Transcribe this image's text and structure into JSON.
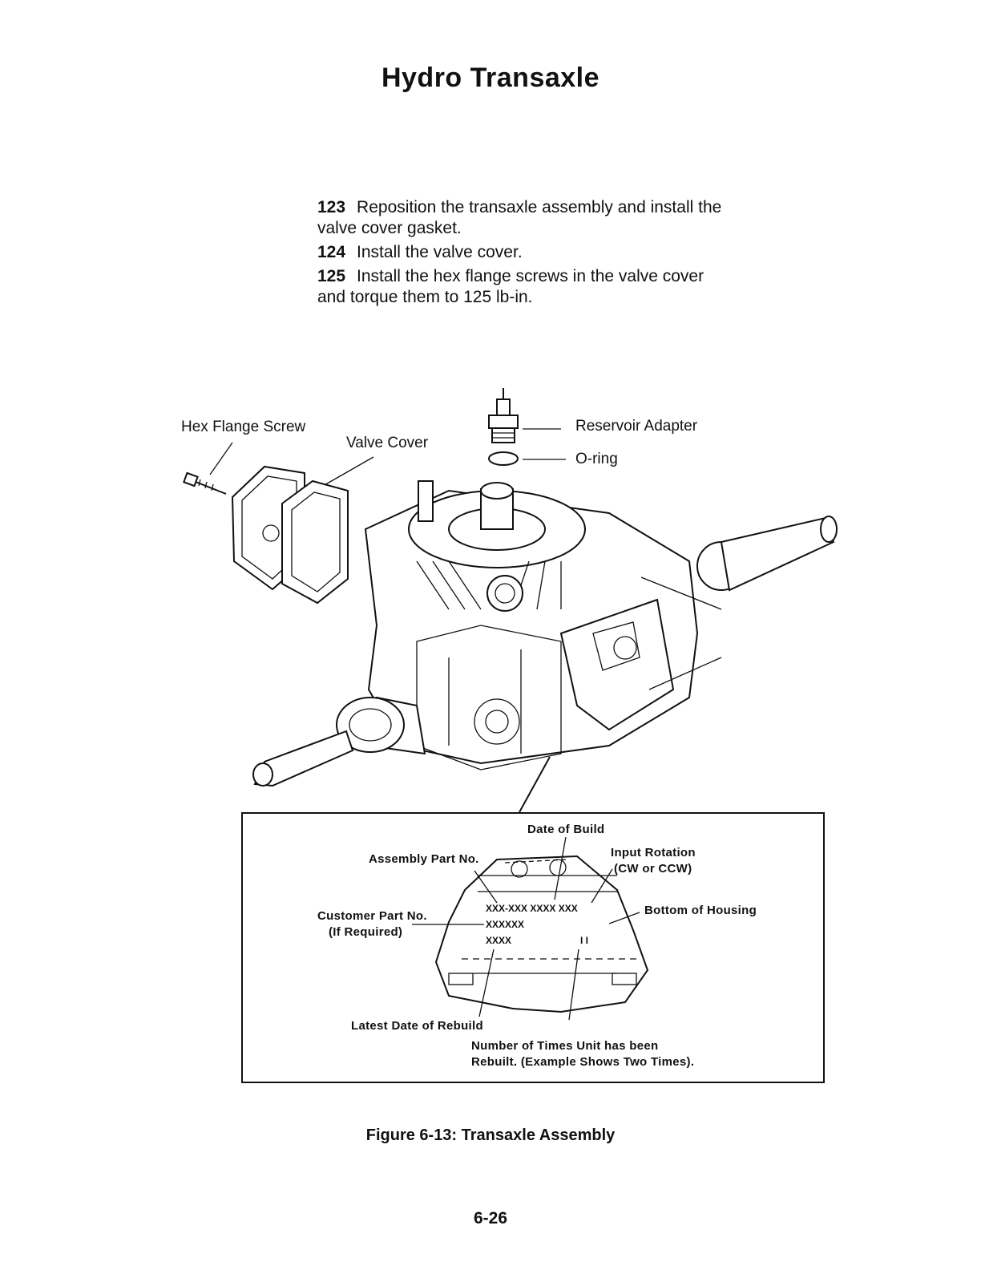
{
  "page": {
    "title": "Hydro Transaxle",
    "page_number": "6-26"
  },
  "steps": [
    {
      "number": "123",
      "text": "Reposition the transaxle assembly and install the valve cover gasket."
    },
    {
      "number": "124",
      "text": "Install the valve cover."
    },
    {
      "number": "125",
      "text": "Install the hex flange screws in the valve cover and torque them to 125 lb-in."
    }
  ],
  "figure": {
    "labels": {
      "hex_flange_screw": "Hex Flange Screw",
      "valve_cover": "Valve Cover",
      "reservoir_adapter": "Reservoir Adapter",
      "o_ring": "O-ring"
    },
    "detail": {
      "date_of_build": "Date of Build",
      "assembly_part_no": "Assembly Part No.",
      "input_rotation_1": "Input Rotation",
      "input_rotation_2": "(CW or CCW)",
      "customer_part_no_1": "Customer Part No.",
      "customer_part_no_2": "(If Required)",
      "bottom_of_housing": "Bottom of Housing",
      "stamp_line_1": "XXX-XXX  XXXX  XXX",
      "stamp_line_2": "XXXXXX",
      "stamp_line_3": "XXXX",
      "rebuild_marks": "I I",
      "latest_date_of_rebuild": "Latest Date of Rebuild",
      "times_rebuilt_1": "Number of Times Unit has been",
      "times_rebuilt_2": "Rebuilt. (Example Shows Two Times)."
    },
    "caption": "Figure 6-13: Transaxle Assembly"
  }
}
